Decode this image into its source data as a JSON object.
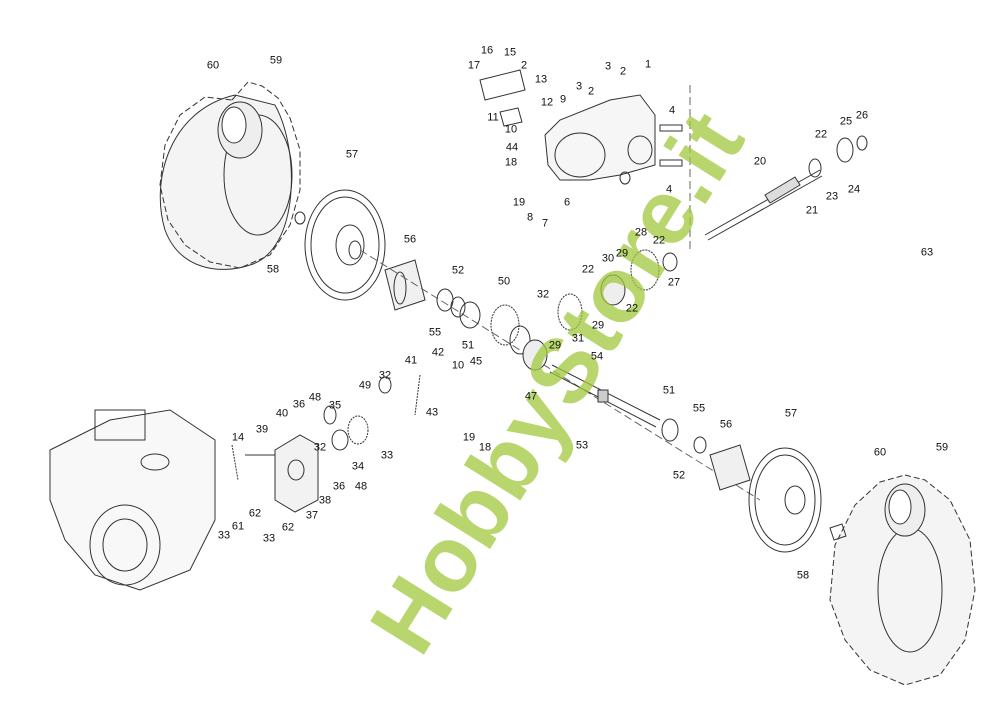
{
  "diagram": {
    "title": "Exploded parts view - transmission and wheels",
    "callouts": [
      "60",
      "59",
      "57",
      "58",
      "56",
      "52",
      "55",
      "51",
      "50",
      "32",
      "22",
      "30",
      "29",
      "28",
      "22",
      "27",
      "22",
      "29",
      "31",
      "29",
      "16",
      "15",
      "17",
      "2",
      "13",
      "3",
      "2",
      "1",
      "3",
      "2",
      "9",
      "12",
      "11",
      "10",
      "44",
      "18",
      "19",
      "8",
      "7",
      "6",
      "4",
      "4",
      "20",
      "22",
      "25",
      "26",
      "23",
      "24",
      "21",
      "63",
      "41",
      "42",
      "10",
      "45",
      "43",
      "19",
      "18",
      "47",
      "54",
      "53",
      "51",
      "55",
      "52",
      "56",
      "57",
      "60",
      "59",
      "58",
      "14",
      "39",
      "40",
      "36",
      "48",
      "35",
      "49",
      "32",
      "32",
      "33",
      "34",
      "36",
      "48",
      "38",
      "37",
      "62",
      "62",
      "61",
      "33",
      "33"
    ],
    "watermark": "HobbyStore.it",
    "colors": {
      "line": "#333333",
      "watermark": "#a0c83c"
    }
  }
}
